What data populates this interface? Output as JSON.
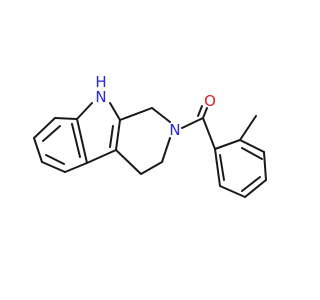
{
  "atoms": {
    "nh_nitrogen": "N",
    "nh_hydrogen": "H",
    "ring_nitrogen": "N",
    "carbonyl_oxygen": "O"
  },
  "colors": {
    "bond": "#1a1a1a",
    "nitrogen": "#2828d8",
    "oxygen": "#e02020",
    "background": "#ffffff"
  }
}
